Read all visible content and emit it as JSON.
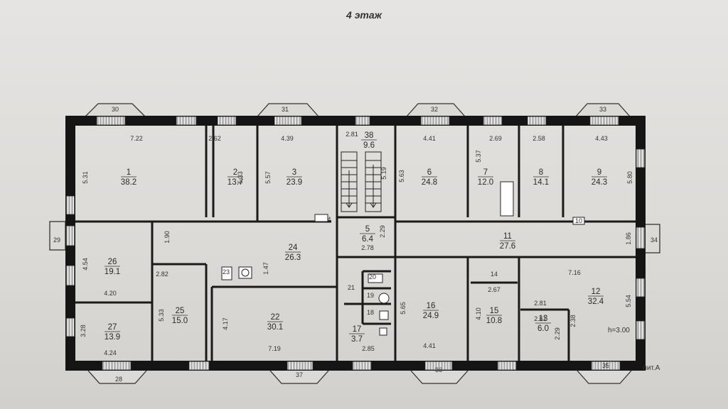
{
  "title": "4 этаж",
  "lit": "лит.А",
  "height_note": "h=3.00",
  "rooms": [
    {
      "num": "1",
      "area": "38.2"
    },
    {
      "num": "2",
      "area": "13.7"
    },
    {
      "num": "3",
      "area": "23.9"
    },
    {
      "num": "5",
      "area": "6.4"
    },
    {
      "num": "6",
      "area": "24.8"
    },
    {
      "num": "7",
      "area": "12.0"
    },
    {
      "num": "8",
      "area": "14.1"
    },
    {
      "num": "9",
      "area": "24.3"
    },
    {
      "num": "11",
      "area": "27.6"
    },
    {
      "num": "12",
      "area": "32.4"
    },
    {
      "num": "13",
      "area": "6.0"
    },
    {
      "num": "15",
      "area": "10.8"
    },
    {
      "num": "16",
      "area": "24.9"
    },
    {
      "num": "17",
      "area": "3.7"
    },
    {
      "num": "22",
      "area": "30.1"
    },
    {
      "num": "24",
      "area": "26.3"
    },
    {
      "num": "25",
      "area": "15.0"
    },
    {
      "num": "26",
      "area": "19.1"
    },
    {
      "num": "27",
      "area": "13.9"
    },
    {
      "num": "38",
      "area": "9.6"
    }
  ],
  "labels_only": [
    "4",
    "10",
    "14",
    "18",
    "19",
    "20",
    "21",
    "23"
  ],
  "windows": [
    "28",
    "29",
    "30",
    "31",
    "32",
    "33",
    "34",
    "35",
    "36",
    "37"
  ],
  "dims": [
    "7.22",
    "2.62",
    "4.39",
    "2.81",
    "4.41",
    "2.69",
    "2.58",
    "4.43",
    "5.31",
    "5.33",
    "5.57",
    "5.63",
    "5.37",
    "5.19",
    "5.80",
    "1.90",
    "2.29",
    "2.78",
    "1.86",
    "4.54",
    "2.82",
    "1.47",
    "7.16",
    "4.20",
    "5.33",
    "5.65",
    "2.67",
    "2.81",
    "2.61",
    "2.38",
    "2.29",
    "3.28",
    "4.17",
    "4.10",
    "5.54",
    "4.24",
    "7.19",
    "2.85",
    "4.41"
  ]
}
